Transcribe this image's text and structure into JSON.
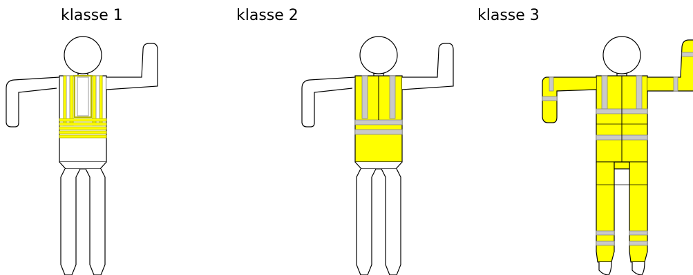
{
  "labels": [
    "klasse 1",
    "klasse 2",
    "klasse 3"
  ],
  "colors": {
    "outline": "#000000",
    "fluorescent": "#ffff00",
    "fluorescent_edge": "#c8c800",
    "reflective": "#c9c9c9",
    "skin": "#ffffff"
  },
  "figures": [
    {
      "class": "klasse 1",
      "vest": "straps-only",
      "trousers": false,
      "sleeves": false
    },
    {
      "class": "klasse 2",
      "vest": "full-vest",
      "trousers": false,
      "sleeves": false
    },
    {
      "class": "klasse 3",
      "vest": "full-suit",
      "trousers": true,
      "sleeves": true
    }
  ]
}
